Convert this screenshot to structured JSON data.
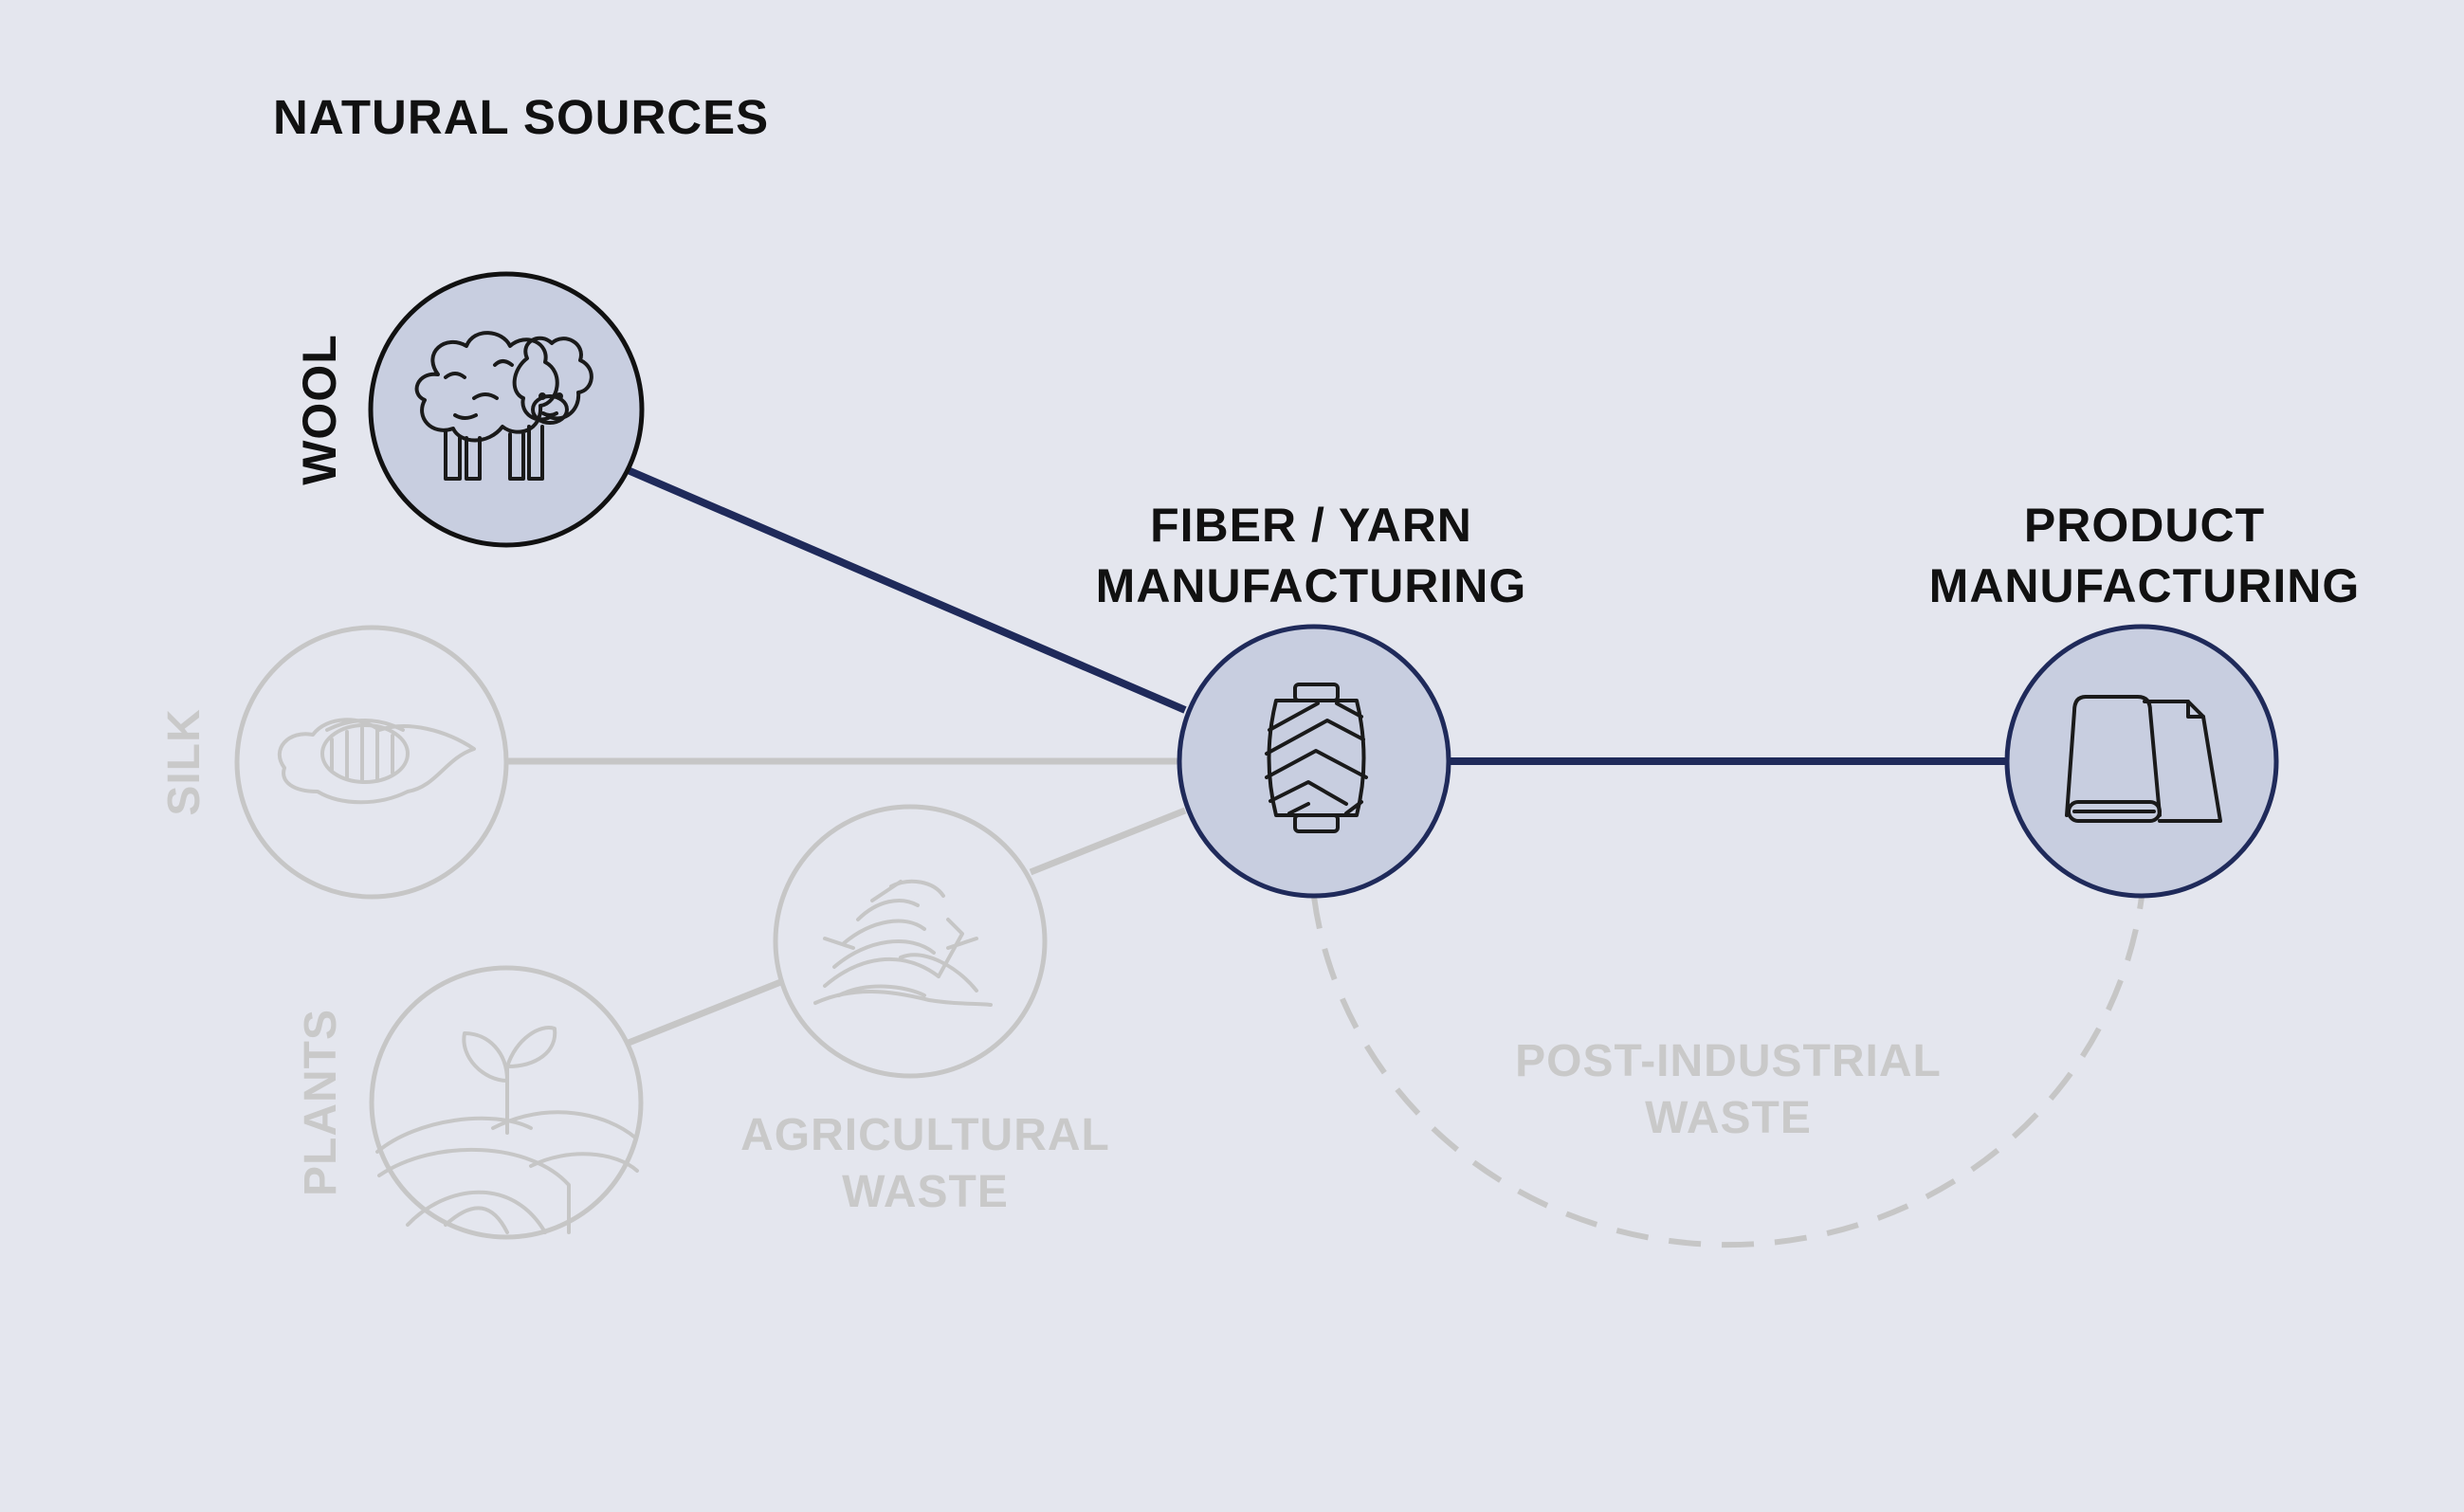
{
  "title": "NATURAL SOURCES",
  "nodes": {
    "wool": {
      "label": "WOOL",
      "icon": "sheep-icon",
      "state": "active"
    },
    "silk": {
      "label": "SILK",
      "icon": "silkworm-cocoon-icon",
      "state": "inactive"
    },
    "plants": {
      "label": "PLANTS",
      "icon": "sprout-field-icon",
      "state": "inactive"
    },
    "agricultural_waste": {
      "label_line1": "AGRICULTURAL",
      "label_line2": "WASTE",
      "icon": "straw-pile-icon",
      "state": "inactive"
    },
    "fiber_yarn": {
      "label_line1": "FIBER / YARN",
      "label_line2": "MANUFACTURING",
      "icon": "yarn-spool-icon",
      "state": "active"
    },
    "product": {
      "label_line1": "PRODUCT",
      "label_line2": "MANUFACTURING",
      "icon": "fabric-roll-icon",
      "state": "active"
    }
  },
  "post_industrial_waste": {
    "label_line1": "POST-INDUSTRIAL",
    "label_line2": "WASTE"
  },
  "colors": {
    "background": "#e4e6ee",
    "active_fill": "#c8cee0",
    "active_stroke": "#1f2a5a",
    "inactive_stroke": "#c6c6c6",
    "label_dark": "#111111",
    "label_muted": "#c9c9c9"
  }
}
